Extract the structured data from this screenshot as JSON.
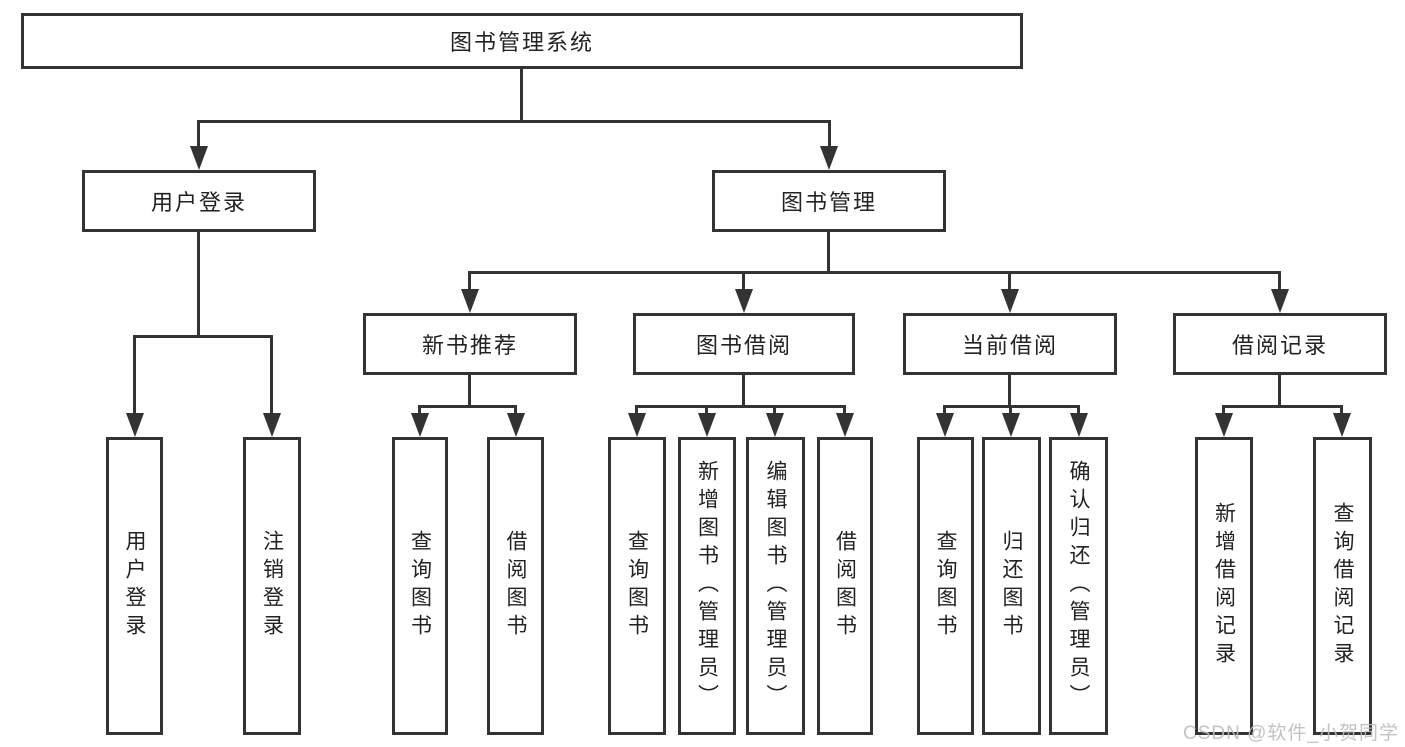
{
  "diagram": {
    "title": "图书管理系统",
    "level2": {
      "user_login": "用户登录",
      "book_management": "图书管理"
    },
    "level3": {
      "new_books": "新书推荐",
      "borrowing": "图书借阅",
      "current": "当前借阅",
      "records": "借阅记录"
    },
    "leaves": {
      "login": [
        "用户登录",
        "注销登录"
      ],
      "new_books": [
        "查询图书",
        "借阅图书"
      ],
      "borrowing": [
        "查询图书",
        "新增图书（管理员）",
        "编辑图书（管理员）",
        "借阅图书"
      ],
      "current": [
        "查询图书",
        "归还图书",
        "确认归还（管理员）"
      ],
      "records": [
        "新增借阅记录",
        "查询借阅记录"
      ]
    }
  },
  "watermark": "CSDN @软件_小贺同学",
  "colors": {
    "line": "#333333",
    "text": "#222222",
    "watermark": "#bcbcbc",
    "background": "#ffffff"
  }
}
